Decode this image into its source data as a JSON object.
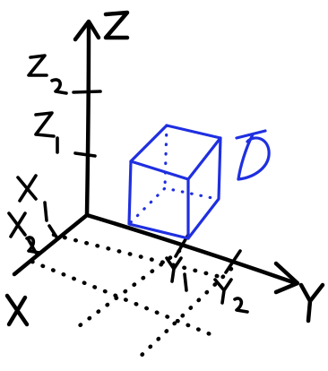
{
  "axes": {
    "z_label": "Z",
    "y_label": "Y",
    "x_label": "X"
  },
  "ticks": {
    "z": [
      "Z1",
      "Z2"
    ],
    "x": [
      "X1",
      "X2"
    ],
    "y": [
      "Y1",
      "Y2"
    ]
  },
  "region_label": "D",
  "colors": {
    "ink": "#000000",
    "region": "#1f2fe0",
    "background": "#ffffff"
  }
}
